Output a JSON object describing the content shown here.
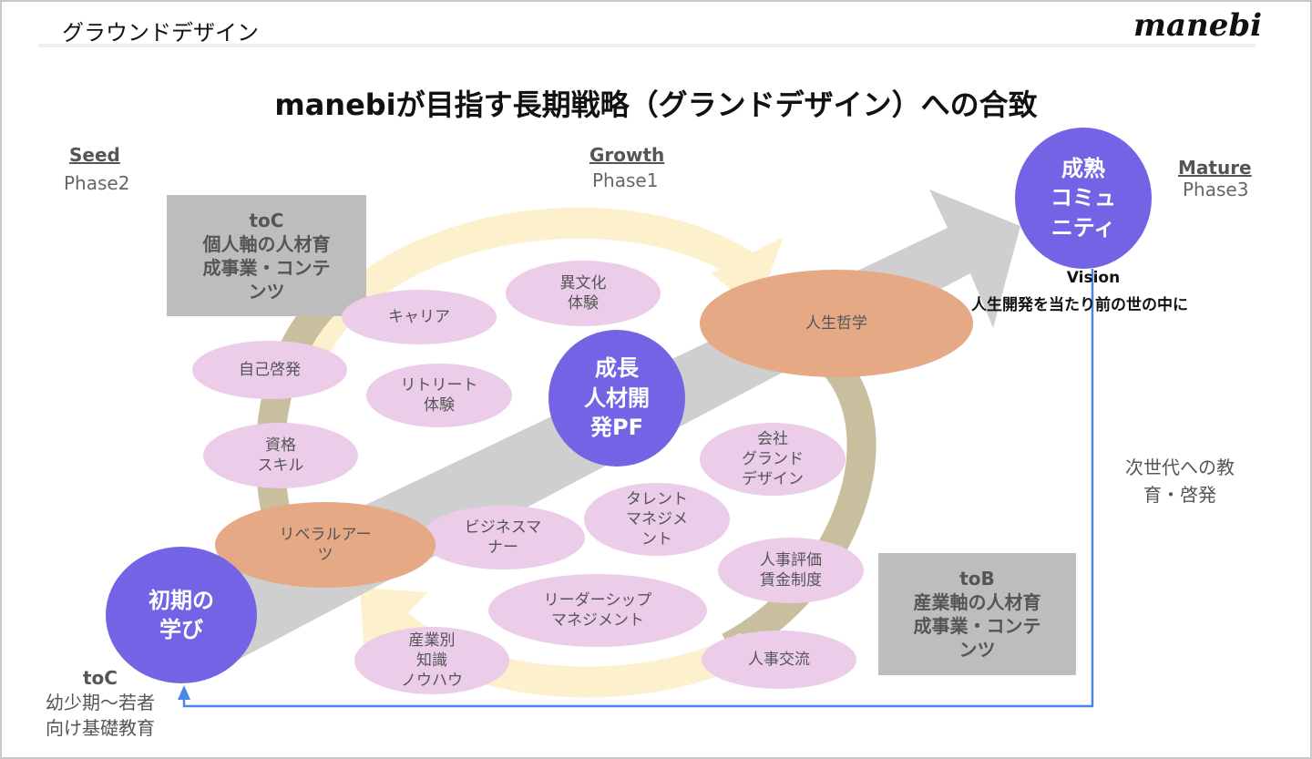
{
  "header": {
    "section": "グラウンドデザイン",
    "logo": "manebi"
  },
  "title": "manebiが目指す長期戦略（グランドデザイン）への合致",
  "phases": [
    {
      "name": "Seed",
      "phase": "Phase2"
    },
    {
      "name": "Growth",
      "phase": "Phase1"
    },
    {
      "name": "Mature",
      "phase": "Phase3"
    }
  ],
  "boxes": {
    "toc": "toC\n個人軸の人材育\n成事業・コンテ\nンツ",
    "tob": "toB\n産業軸の人材育\n成事業・コンテ\nンツ"
  },
  "circles": {
    "early": "初期の\n学び",
    "growth": "成長\n人材開\n発PF",
    "mature": "成熟\nコミュ\nニティ"
  },
  "orange": {
    "life": "人生哲学",
    "liberal": "リベラルアー\nツ"
  },
  "pink": {
    "career": "キャリア",
    "culture": "異文化\n体験",
    "self": "自己啓発",
    "retreat": "リトリート\n体験",
    "license": "資格\nスキル",
    "company": "会社\nグランド\nデザイン",
    "talent": "タレント\nマネジメ\nント",
    "manner": "ビジネスマ\nナー",
    "hr_eval": "人事評価\n賃金制度",
    "leader": "リーダーシップ\nマネジメント",
    "industry": "産業別\n知識\nノウハウ",
    "hr_exchange": "人事交流"
  },
  "vision": {
    "label": "Vision",
    "text": "人生開発を当たり前の世の中に"
  },
  "next_gen": "次世代への教\n育・啓発",
  "toc_bottom": {
    "label": "toC",
    "text": "幼少期〜若者\n向け基礎教育"
  },
  "colors": {
    "purple": "#7264e4",
    "pink": "#ebcde9",
    "orange": "#e6a985",
    "gray": "#bdbdbd",
    "blue": "#4a86e8"
  }
}
